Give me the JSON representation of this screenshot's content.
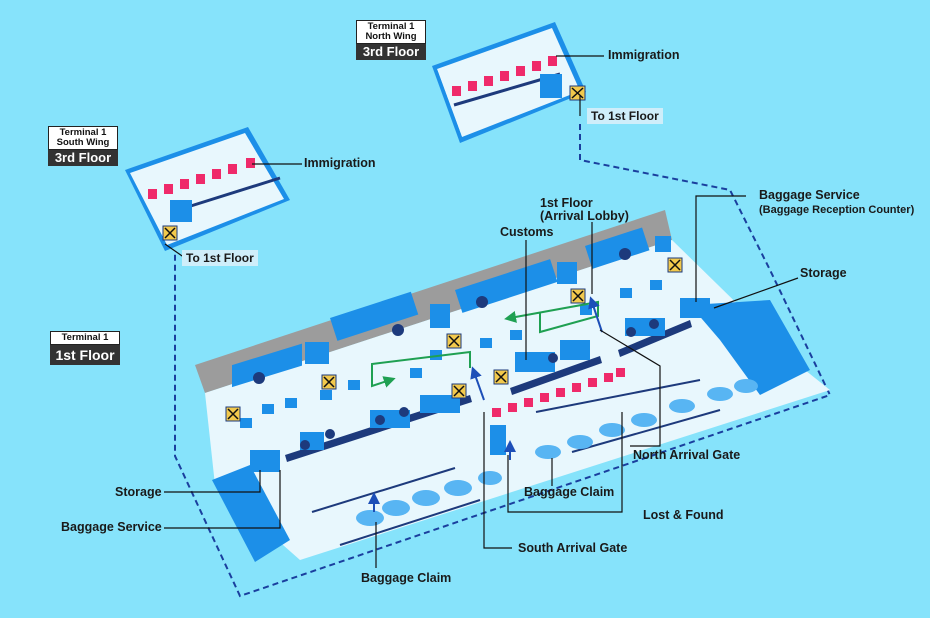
{
  "terminal_north": {
    "wing": "Terminal 1\nNorth Wing",
    "floor": "3rd Floor"
  },
  "terminal_south": {
    "wing": "Terminal 1\nSouth Wing",
    "floor": "3rd Floor"
  },
  "terminal_main": {
    "wing": "Terminal 1",
    "floor": "1st Floor"
  },
  "labels": {
    "immigration_north": "Immigration",
    "immigration_south": "Immigration",
    "to_first_north": "To 1st Floor",
    "to_first_south": "To 1st Floor",
    "arrival_lobby": "1st Floor\n(Arrival Lobby)",
    "customs": "Customs",
    "baggage_service_ne": "Baggage Service",
    "baggage_service_ne_sub": "(Baggage Reception Counter)",
    "storage_ne": "Storage",
    "north_arrival_gate": "North Arrival Gate",
    "baggage_claim_north": "Baggage Claim",
    "lost_found": "Lost & Found",
    "south_arrival_gate": "South Arrival Gate",
    "baggage_claim_south": "Baggage Claim",
    "storage_sw": "Storage",
    "baggage_service_sw": "Baggage Service"
  },
  "colors": {
    "background": "#86e3fb",
    "floor": "#e8f7fd",
    "counter": "#1c8fe8",
    "counter_light": "#58b5f3",
    "immigration_booth": "#ef2a6a",
    "wall_dark": "#1d3a7c",
    "route_green": "#1fa052",
    "roof_gray": "#9c9c9c",
    "route_dashed": "#1a3f9e"
  }
}
